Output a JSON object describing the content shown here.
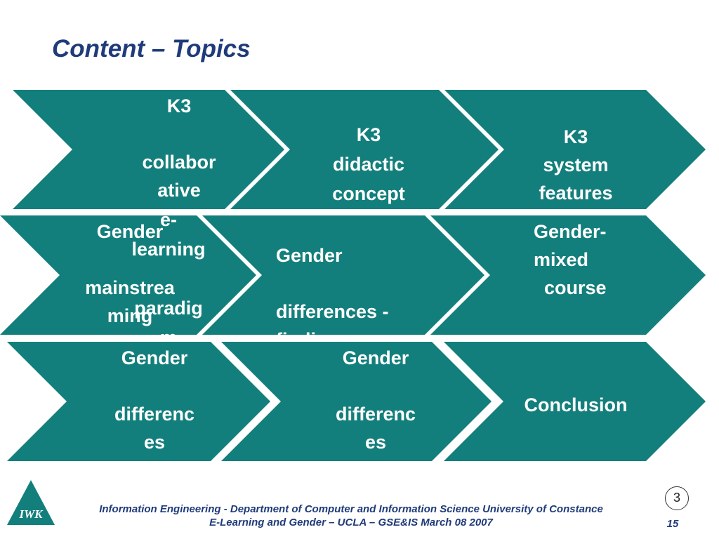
{
  "slide": {
    "title": "Content – Topics",
    "accent_color": "#137f7c",
    "title_color": "#1f3b7a"
  },
  "chevrons": {
    "row1": {
      "c1": "K3\n\ncollabor\native\n",
      "c2": "K3\ndidactic\nconcept",
      "c3": "K3\nsystem\nfeatures"
    },
    "row2": {
      "c1_a": "Gender\n\nmainstrea\nming",
      "c1_b": "e-\nlearning\n\nparadig\nm",
      "c2": "Gender\n\ndifferences -\nfindings",
      "c3": "Gender-\nmixed\n  course"
    },
    "row3": {
      "c1": "Gender\n\ndifferenc\nes",
      "c2": "Gender\n\ndifferenc\nes",
      "c3": "Conclusion"
    }
  },
  "footer": {
    "line1": "Information Engineering - Department of Computer and Information Science University of Constance",
    "line2": "E-Learning and Gender – UCLA – GSE&IS March 08 2007",
    "page_number": "15",
    "circle_number": "3",
    "logo_text": "IWK",
    "logo_icon": "triangle-logo-icon"
  }
}
